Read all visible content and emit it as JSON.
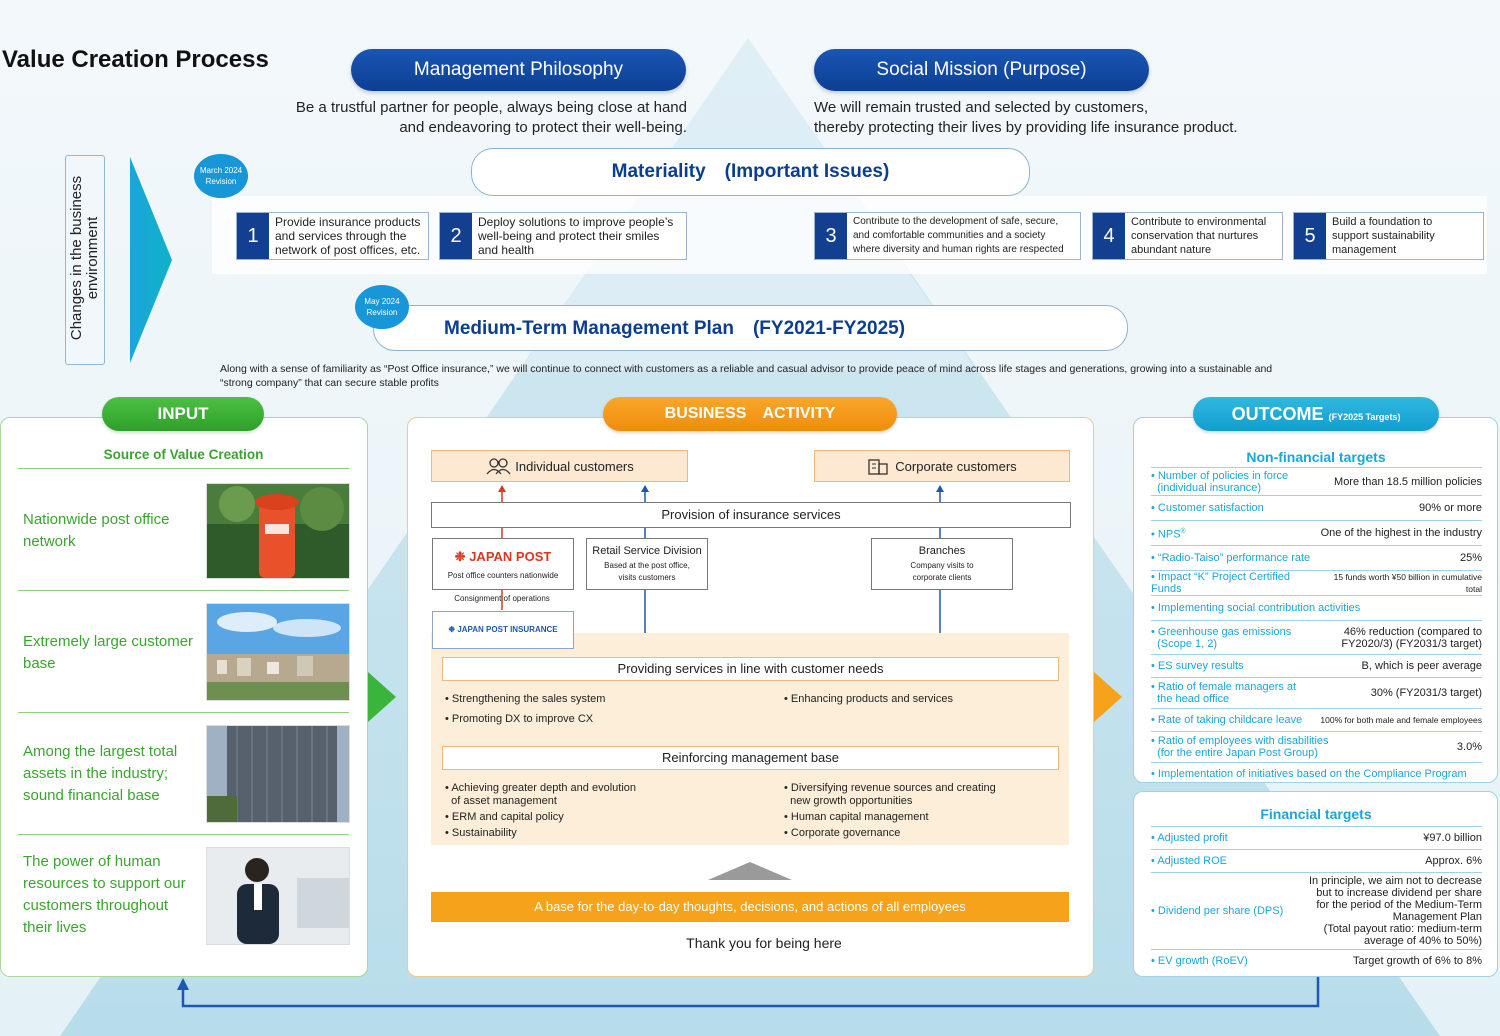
{
  "page_title": "Value Creation Process",
  "management_philosophy": {
    "label": "Management Philosophy",
    "line1": "Be a trustful partner for people, always being close at hand",
    "line2": "and endeavoring to protect their well-being."
  },
  "social_mission": {
    "label": "Social Mission (Purpose)",
    "line1": "We will remain trusted and selected by customers,",
    "line2": "thereby protecting their lives by providing life insurance product."
  },
  "business_env": {
    "line1": "Changes in the business",
    "line2": "environment"
  },
  "materiality": {
    "title": "Materiality　(Important Issues)",
    "revision": {
      "line1": "March 2024",
      "line2": "Revision"
    },
    "items": [
      {
        "num": "1",
        "line1": "Provide insurance products",
        "line2": "and services through the",
        "line3": "network of post offices, etc."
      },
      {
        "num": "2",
        "line1": "Deploy solutions to improve people’s",
        "line2": "well-being and protect their smiles",
        "line3": "and health"
      },
      {
        "num": "3",
        "line1": "Contribute to the development of safe, secure,",
        "line2": "and comfortable communities and a society",
        "line3": "where diversity and human rights are respected"
      },
      {
        "num": "4",
        "line1": "Contribute to environmental",
        "line2": "conservation that nurtures",
        "line3": "abundant nature"
      },
      {
        "num": "5",
        "line1": "Build a foundation to",
        "line2": "support sustainability",
        "line3": "management"
      }
    ]
  },
  "mtmp": {
    "title": "Medium-Term Management Plan　(FY2021-FY2025)",
    "revision": {
      "line1": "May 2024",
      "line2": "Revision"
    },
    "desc1": "Along with a sense of familiarity as “Post Office insurance,” we will continue to connect with customers as a  reliable and casual advisor to provide peace of mind across life stages and generations, growing into a sustainable and",
    "desc2": "“strong company” that can secure stable profits"
  },
  "input": {
    "header": "INPUT",
    "subtitle": "Source of Value Creation",
    "items": [
      {
        "line1": "Nationwide post office",
        "line2": "network",
        "line3": "",
        "line4": ""
      },
      {
        "line1": "Extremely large customer",
        "line2": "base",
        "line3": "",
        "line4": ""
      },
      {
        "line1": "Among the largest total",
        "line2": "assets in the industry;",
        "line3": "sound financial base",
        "line4": ""
      },
      {
        "line1": "The power of human",
        "line2": "resources to support our",
        "line3": "customers throughout",
        "line4": "their lives"
      }
    ]
  },
  "business": {
    "header": "BUSINESS　ACTIVITY",
    "individual": "Individual customers",
    "corporate": "Corporate customers",
    "provision": "Provision of insurance services",
    "japan_post": {
      "logo": "JAPAN POST",
      "sub": "Post office counters nationwide"
    },
    "consignment": "Consignment of operations",
    "jp_insurance": "JAPAN POST INSURANCE",
    "retail": {
      "title": "Retail Service Division",
      "line1": "Based at the post office,",
      "line2": "visits customers"
    },
    "branches": {
      "title": "Branches",
      "line1": "Company visits to",
      "line2": "corporate clients"
    },
    "needs": {
      "title": "Providing services in line with customer needs",
      "left": [
        "Strengthening the sales system",
        "Promoting DX to improve CX"
      ],
      "right": [
        "Enhancing products and services"
      ]
    },
    "reinforce": {
      "title": "Reinforcing management base",
      "left": [
        [
          "Achieving greater depth and evolution",
          "of asset management"
        ],
        [
          "ERM and capital policy"
        ],
        [
          "Sustainability"
        ]
      ],
      "right": [
        [
          "Diversifying revenue sources and creating",
          "new growth opportunities"
        ],
        [
          "Human capital management"
        ],
        [
          "Corporate governance"
        ]
      ]
    },
    "base_bar": "A base for the day-to-day thoughts, decisions, and actions of all employees",
    "thanks": "Thank you  for being here"
  },
  "outcome": {
    "header": "OUTCOME",
    "header_sub": "(FY2025 Targets)",
    "nonfin_title": "Non-financial targets",
    "nonfin": [
      {
        "label": [
          "Number of policies in force",
          "(individual insurance)"
        ],
        "value": [
          "More than 18.5 million policies"
        ]
      },
      {
        "label": [
          "Customer satisfaction"
        ],
        "value": [
          "90% or more"
        ]
      },
      {
        "label": [
          "NPS"
        ],
        "sup": "®",
        "value": [
          "One of the highest in the industry"
        ]
      },
      {
        "label": [
          "“Radio-Taiso” performance rate"
        ],
        "value": [
          "25%"
        ]
      },
      {
        "label": [
          "Impact “K” Project Certified Funds"
        ],
        "value": [
          "15 funds worth ¥50 billion in cumulative total"
        ],
        "small": true
      },
      {
        "label": [
          "Implementing social contribution activities"
        ],
        "value": [
          ""
        ]
      },
      {
        "label": [
          "Greenhouse gas emissions",
          "(Scope 1, 2)"
        ],
        "value": [
          "46% reduction (compared to",
          "FY2020/3) (FY2031/3 target)"
        ]
      },
      {
        "label": [
          "ES survey results"
        ],
        "value": [
          "B, which is peer average"
        ]
      },
      {
        "label": [
          "Ratio of female managers at",
          "the head office"
        ],
        "value": [
          "30% (FY2031/3 target)"
        ]
      },
      {
        "label": [
          "Rate of taking childcare leave"
        ],
        "value": [
          "100% for both male and female employees"
        ],
        "small": true
      },
      {
        "label": [
          "Ratio of employees with disabilities",
          "(for the entire Japan Post Group)"
        ],
        "value": [
          "3.0%"
        ]
      },
      {
        "label": [
          "Implementation of initiatives based on the Compliance Program"
        ],
        "value": [
          ""
        ]
      }
    ],
    "fin_title": "Financial targets",
    "fin": [
      {
        "label": [
          "Adjusted profit"
        ],
        "value": [
          "¥97.0 billion"
        ]
      },
      {
        "label": [
          "Adjusted ROE"
        ],
        "value": [
          "Approx. 6%"
        ]
      },
      {
        "label": [
          "Dividend per share (DPS)"
        ],
        "value": [
          "In principle, we aim not to decrease",
          "but to increase dividend per share",
          "for the period of the Medium-Term",
          "Management Plan",
          "(Total payout ratio: medium-term",
          "average of 40% to 50%)"
        ]
      },
      {
        "label": [
          "EV growth (RoEV)"
        ],
        "value": [
          "Target growth of 6% to 8%"
        ]
      }
    ]
  },
  "colors": {
    "navy": "#0c3f94",
    "green": "#3aa52e",
    "orange": "#f7a21b",
    "cyan": "#1aa6d8",
    "teal": "#27a9c9"
  }
}
